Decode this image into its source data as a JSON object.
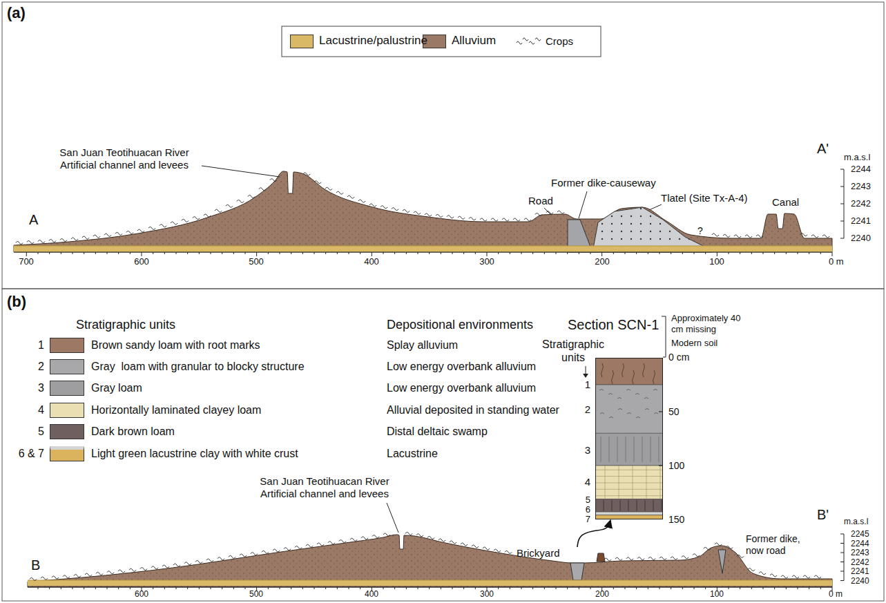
{
  "diagram": {
    "nodes": [
      {
        "text": [
          "Brickyard"
        ]
      },
      {
        "text": [
          "Section SCN-1"
        ]
      }
    ],
    "edges": [
      {
        "from": 0,
        "to": 1,
        "arrow": "to"
      }
    ],
    "labels": [
      "(a)",
      "A",
      "A'",
      "San Juan Teotihuacan River Artificial channel and levees",
      "Road",
      "Former dike-causeway",
      "Tlatel (Site Tx-A-4)",
      "?",
      "Canal",
      "m.a.s.l",
      "2244",
      "2243",
      "2242",
      "2241",
      "2240",
      "700",
      "600",
      "500",
      "400",
      "300",
      "200",
      "100",
      "0 m",
      "(b)",
      "Stratigraphic units",
      "Depositional environments",
      "1",
      "2",
      "3",
      "4",
      "5",
      "6 & 7",
      "Splay alluvium",
      "Low energy overbank alluvium",
      "Low energy overbank alluvium",
      "Alluvial deposited in standing water",
      "Distal deltaic swamp",
      "Lacustrine",
      "Stratigraphic units",
      "1",
      "2",
      "3",
      "4",
      "5",
      "6",
      "7",
      "0 cm",
      "50",
      "100",
      "150",
      "Approximately 40 cm missing",
      "Modern soil",
      "B",
      "B'",
      "San Juan Teotihuacan River Artificial channel and levees",
      "Former dike, now road",
      "m.a.s.l",
      "2245",
      "2244",
      "2243",
      "2242",
      "2241",
      "2240",
      "600",
      "500",
      "400",
      "300",
      "200",
      "100",
      "0 m"
    ],
    "legend": [
      {
        "text": "Lacustrine/palustrine",
        "color": "#d9b866"
      },
      {
        "text": "Alluvium",
        "color": "#9a7a66"
      },
      {
        "text": "Crops"
      },
      {
        "text": "Brown sandy loam with root marks",
        "color": "#9c7865"
      },
      {
        "text": "Gray  loam with granular to blocky structure",
        "color": "#a8a8aa"
      },
      {
        "text": "Gray loam",
        "color": "#9e9ea0"
      },
      {
        "text": "Horizontally laminated clayey loam",
        "color": "#eadfb2"
      },
      {
        "text": "Dark brown loam",
        "color": "#6f5f5e"
      },
      {
        "text": "Light green lacustrine clay with white crust",
        "color": "#dbb35c"
      }
    ]
  }
}
